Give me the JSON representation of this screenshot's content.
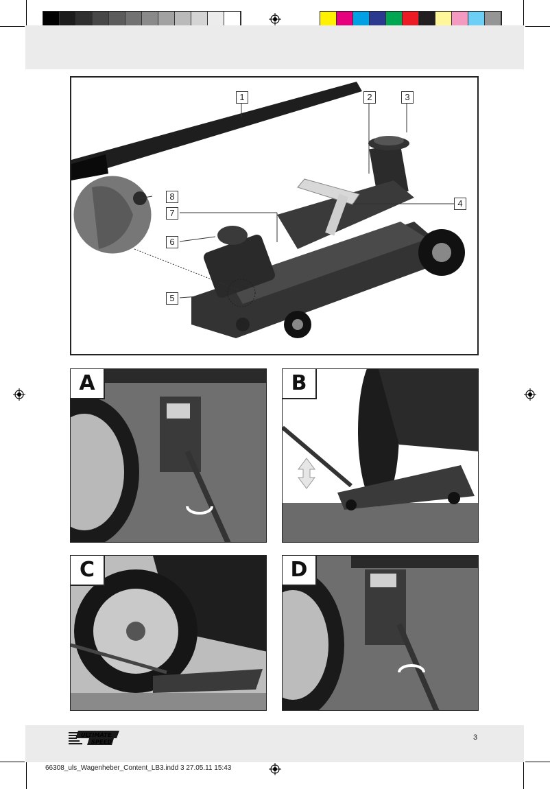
{
  "colors": {
    "gray_bar": [
      "#000000",
      "#1c1c1c",
      "#2f2f2f",
      "#474747",
      "#5c5c5c",
      "#727272",
      "#8a8a8a",
      "#a2a2a2",
      "#bababa",
      "#d4d4d4",
      "#ececec",
      "#ffffff"
    ],
    "color_bar": [
      "#fff100",
      "#e6007e",
      "#00a0e4",
      "#2b3990",
      "#00a651",
      "#ed1c24",
      "#231f20",
      "#fff799",
      "#f49ac1",
      "#6dcff6",
      "#959595"
    ]
  },
  "figure": {
    "callouts": [
      "1",
      "2",
      "3",
      "4",
      "5",
      "6",
      "7",
      "8"
    ]
  },
  "steps": {
    "a": {
      "label": "A"
    },
    "b": {
      "label": "B"
    },
    "c": {
      "label": "C"
    },
    "d": {
      "label": "D"
    }
  },
  "footer": {
    "logo_line1": "ULTIMATE",
    "logo_line2": "SPEED",
    "page_number": "3",
    "slug": "66308_uls_Wagenheber_Content_LB3.indd   3     27.05.11   15:43"
  }
}
